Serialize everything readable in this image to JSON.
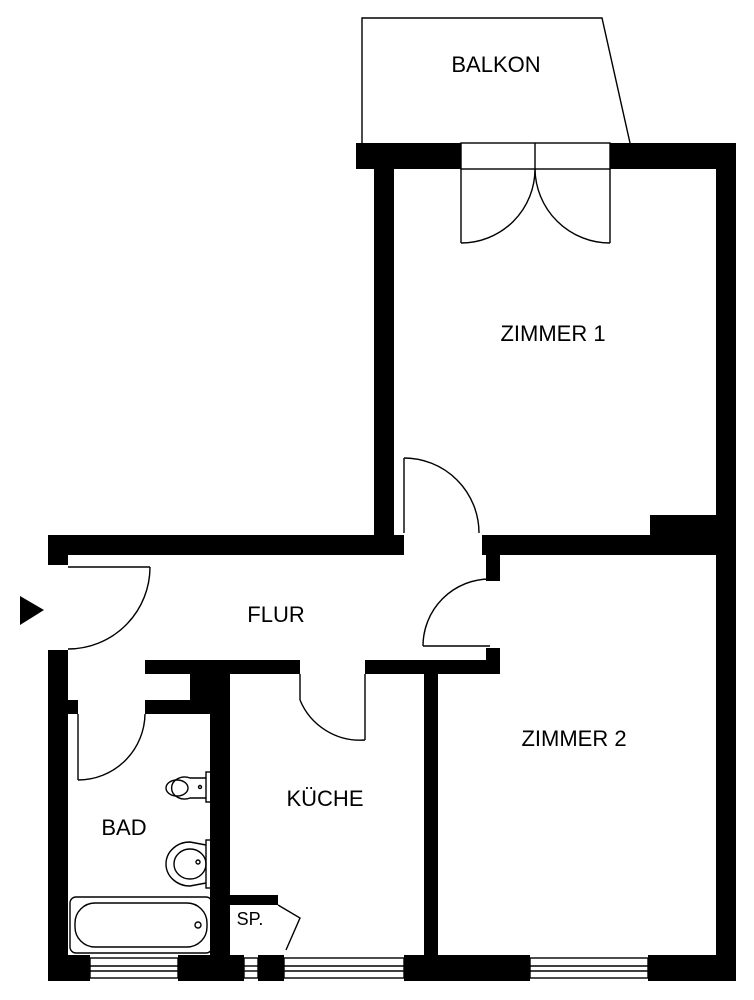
{
  "rooms": {
    "balkon": "BALKON",
    "zimmer1": "ZIMMER 1",
    "flur": "FLUR",
    "zimmer2": "ZIMMER 2",
    "kueche": "KÜCHE",
    "bad": "BAD",
    "speisekammer": "SP."
  },
  "colors": {
    "wall": "#000000",
    "background": "#ffffff"
  },
  "icons": {
    "entrance": "entrance-arrow-icon",
    "toilet": "toilet-icon",
    "sink": "sink-icon",
    "bathtub": "bathtub-icon"
  }
}
